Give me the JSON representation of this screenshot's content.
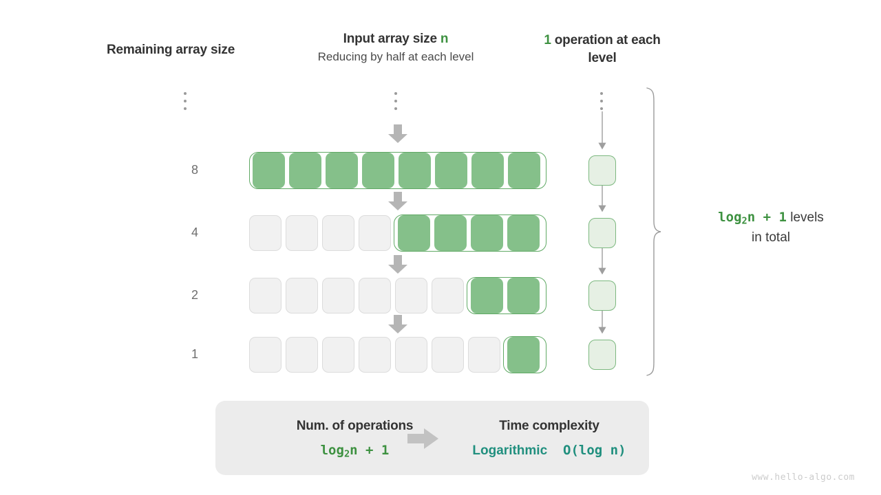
{
  "headers": {
    "left": "Remaining array size",
    "middle_title_prefix": "Input array size ",
    "middle_title_accent": "n",
    "middle_subtitle": "Reducing by half at each level",
    "right_accent": "1",
    "right_rest": " operation at each level"
  },
  "colors": {
    "green_fill": "#85c08a",
    "green_border": "#5fa964",
    "green_text": "#3d9140",
    "light_green_fill": "#e6f0e4",
    "light_green_border": "#7cb87f",
    "gray_cell_fill": "#f1f1f1",
    "gray_cell_border": "#dcdcdc",
    "arrow_gray": "#bcbcbc",
    "teal_text": "#208f7e",
    "summary_bg": "#ececec",
    "watermark": "#cccccc"
  },
  "ellipsis": {
    "left": "vertical-ellipsis",
    "middle": "vertical-ellipsis",
    "right": "vertical-ellipsis"
  },
  "rows": [
    {
      "size_label": "8",
      "total_cells": 8,
      "green_cells": 8,
      "gray_cells": 0
    },
    {
      "size_label": "4",
      "total_cells": 8,
      "green_cells": 4,
      "gray_cells": 4
    },
    {
      "size_label": "2",
      "total_cells": 8,
      "green_cells": 2,
      "gray_cells": 6
    },
    {
      "size_label": "1",
      "total_cells": 8,
      "green_cells": 1,
      "gray_cells": 7
    }
  ],
  "operations": {
    "box_count": 4,
    "per_level": 1
  },
  "right_label": {
    "formula_main": "log",
    "formula_sub": "2",
    "formula_tail": "n + 1",
    "text_line1": " levels",
    "text_line2": "in total"
  },
  "summary": {
    "left_title": "Num. of operations",
    "left_value_main": "log",
    "left_value_sub": "2",
    "left_value_tail": "n + 1",
    "arrow": "right-arrow",
    "right_title": "Time complexity",
    "right_value_word": "Logarithmic",
    "right_value_notation": "O(log n)"
  },
  "watermark": "www.hello-algo.com"
}
